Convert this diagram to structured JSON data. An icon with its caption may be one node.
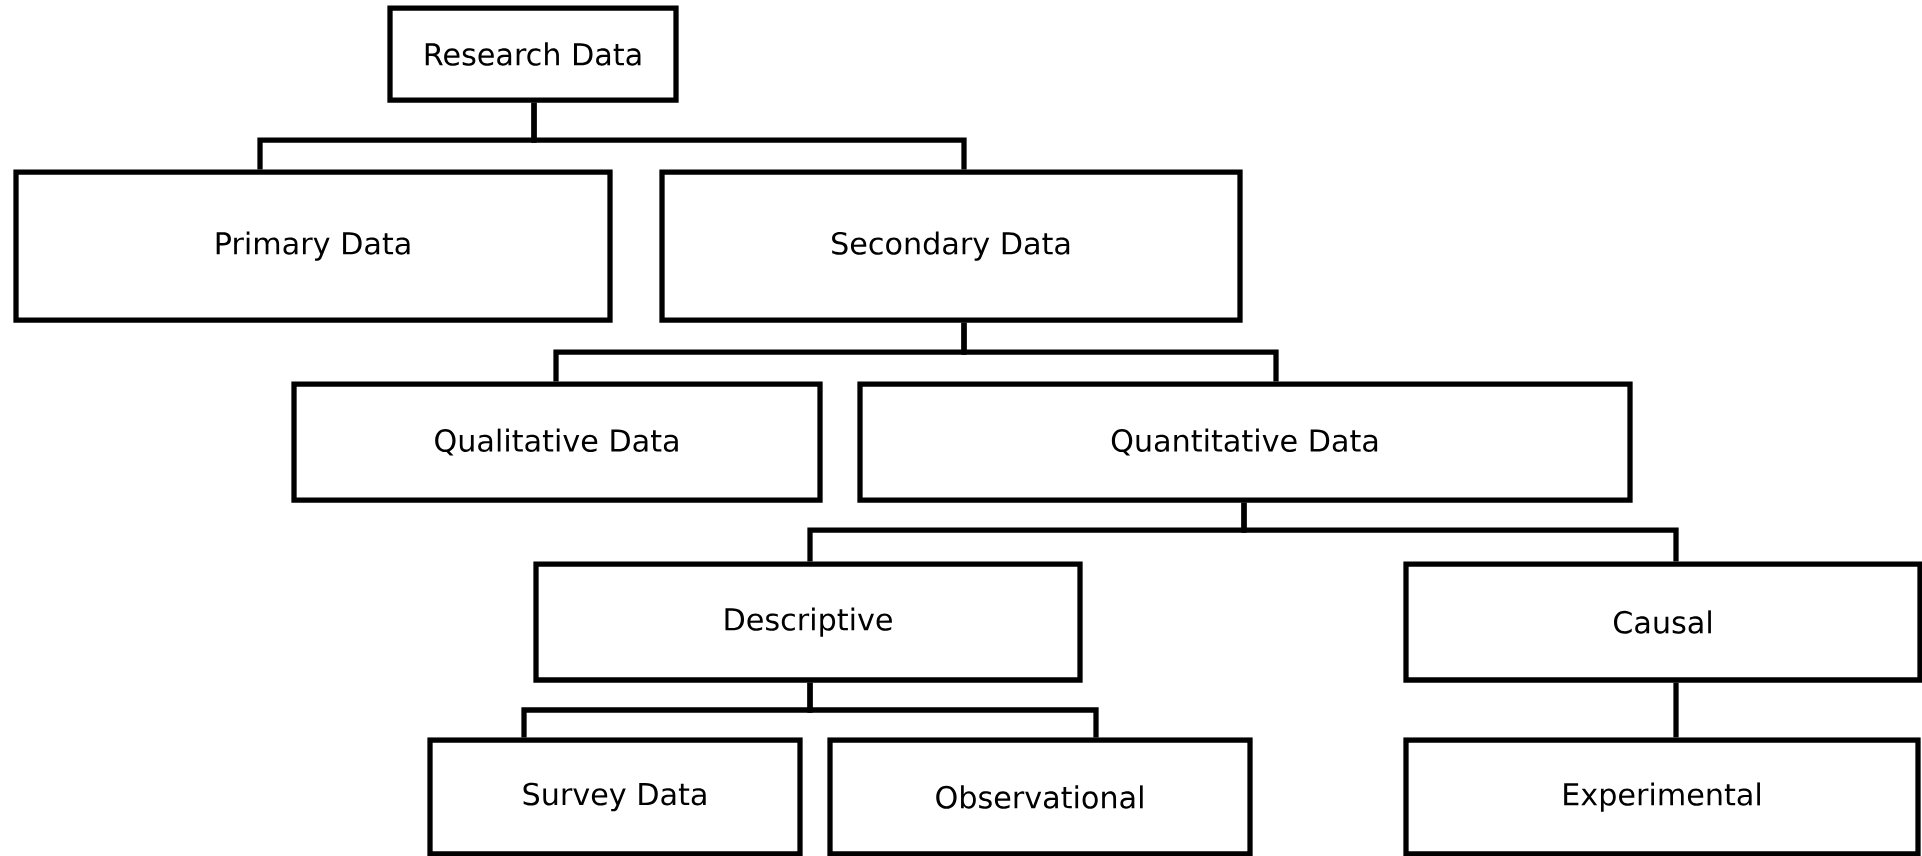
{
  "diagram": {
    "nodes": [
      {
        "text": [
          "Research Data"
        ]
      },
      {
        "text": [
          "Primary Data"
        ]
      },
      {
        "text": [
          "Secondary Data"
        ]
      },
      {
        "text": [
          "Qualitative Data"
        ]
      },
      {
        "text": [
          "Quantitative Data"
        ]
      },
      {
        "text": [
          "Descriptive"
        ]
      },
      {
        "text": [
          "Causal"
        ]
      },
      {
        "text": [
          "Survey Data"
        ]
      },
      {
        "text": [
          "Observational"
        ]
      },
      {
        "text": [
          "Experimental"
        ]
      }
    ],
    "edges": [
      {
        "from": 0,
        "to": 1,
        "arrow": "none"
      },
      {
        "from": 0,
        "to": 2,
        "arrow": "none"
      },
      {
        "from": 2,
        "to": 3,
        "arrow": "none"
      },
      {
        "from": 2,
        "to": 4,
        "arrow": "none"
      },
      {
        "from": 4,
        "to": 5,
        "arrow": "none"
      },
      {
        "from": 4,
        "to": 6,
        "arrow": "none"
      },
      {
        "from": 5,
        "to": 7,
        "arrow": "none"
      },
      {
        "from": 5,
        "to": 8,
        "arrow": "none"
      },
      {
        "from": 6,
        "to": 9,
        "arrow": "none"
      }
    ]
  }
}
